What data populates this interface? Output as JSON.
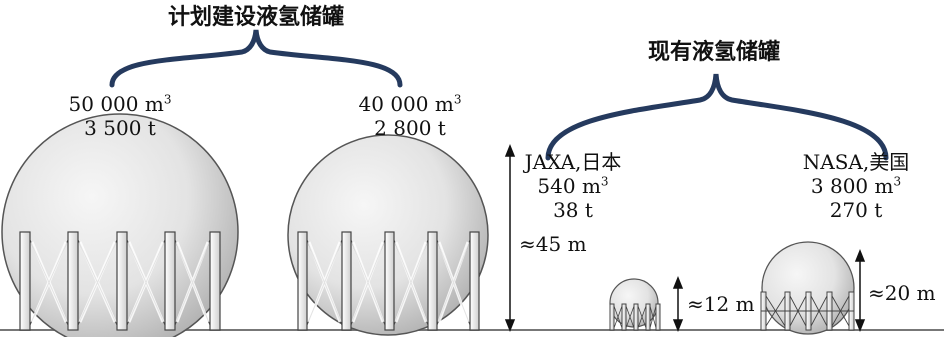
{
  "planned": {
    "header": "计划建设液氢储罐",
    "tank_a": {
      "volume": "50 000 m",
      "mass": "3 500 t"
    },
    "tank_b": {
      "volume": "40 000 m",
      "mass": "2 800 t"
    },
    "height": "≈45 m"
  },
  "existing": {
    "header": "现有液氢储罐",
    "jaxa": {
      "owner": "JAXA,日本",
      "volume": "540 m",
      "mass": "38 t",
      "height": "≈12 m"
    },
    "nasa": {
      "owner": "NASA,美国",
      "volume": "3 800 m",
      "mass": "270 t",
      "height": "≈20 m"
    }
  },
  "unit_exponent": "3",
  "colors": {
    "brace": "#253a5e",
    "tank_light": "#f4f4f4",
    "tank_dark": "#b4b4b4",
    "ground": "#777777"
  }
}
